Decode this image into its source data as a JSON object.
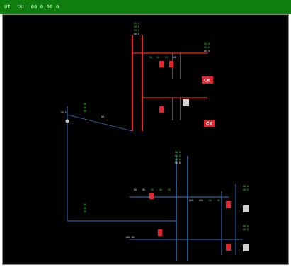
{
  "titlebar": {
    "app": "UI",
    "path": "UU",
    "view": "00 0 00 0"
  },
  "substation_labels": {
    "upper": "CK",
    "lower": "CK"
  },
  "labels": {
    "top_cluster": [
      "00 0",
      "00 0",
      "00 0",
      "00 0"
    ],
    "mid_right": [
      "00 0",
      "00 0",
      "00 0"
    ],
    "breaker_row": [
      "00",
      "00",
      "00",
      "00"
    ],
    "left_node": "00 0",
    "left_values": [
      "00",
      "00",
      "00",
      "00"
    ],
    "lower_top": [
      "00 0",
      "00 0",
      "00 0",
      "00 0"
    ],
    "lower_row": [
      "00",
      "00",
      "00",
      "00",
      "00"
    ],
    "lower_left": [
      "00",
      "00",
      "00"
    ],
    "feeder_left": "000 00",
    "right_values": [
      "00 0",
      "00 0",
      "00 0",
      "00 0"
    ],
    "right_row": [
      "000",
      "000",
      "00",
      "00"
    ]
  },
  "colors": {
    "background": "#000000",
    "title_bar": "#0f7d0f",
    "bus_red": "#ff2020",
    "line_blue": "#3a78c8",
    "label_green": "#1ee61e",
    "breaker_red": "#e8242c"
  }
}
